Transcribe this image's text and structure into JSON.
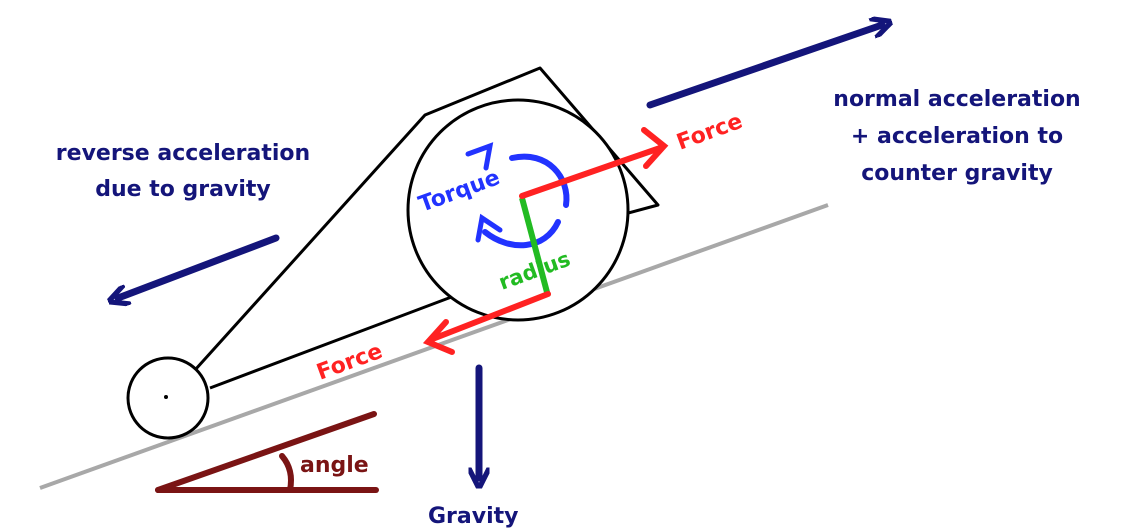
{
  "labels": {
    "force_upper": "Force",
    "force_lower": "Force",
    "torque": "Torque",
    "radius": "radius",
    "angle": "angle",
    "gravity": "Gravity",
    "reverse_line1": "reverse acceleration",
    "reverse_line2": "due to gravity",
    "normal_line1": "normal acceleration",
    "normal_line2": "+ acceleration to",
    "normal_line3": "counter gravity"
  },
  "colors": {
    "navy": "#14157a",
    "red": "#ff2222",
    "blue": "#2233ff",
    "green": "#22bb22",
    "maroon": "#7a1414",
    "slope": "#a8a8a8",
    "outline": "#000000"
  }
}
